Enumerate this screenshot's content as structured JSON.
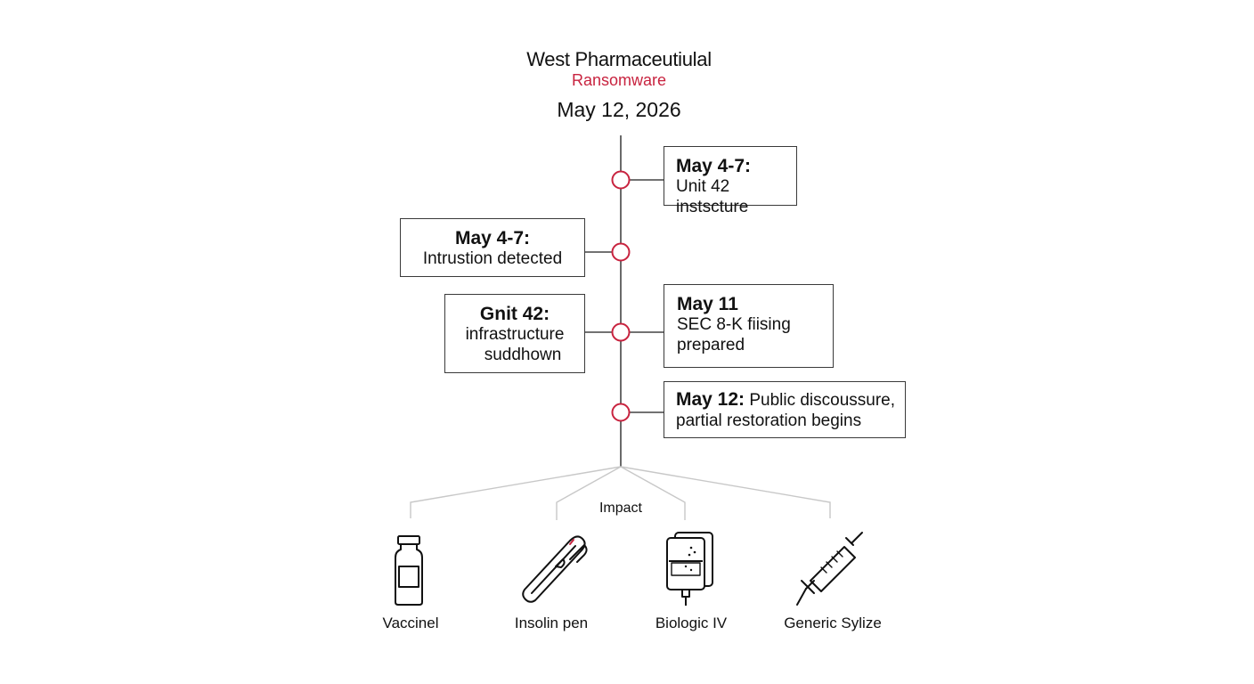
{
  "header": {
    "title": "West Pharmaceutiulal",
    "subtitle": "Ransomware",
    "date": "May 12, 2026"
  },
  "timeline": {
    "events": [
      {
        "date": "May 4-7:",
        "text": "Unit 42 instscture"
      },
      {
        "date": "May 4-7:",
        "text": "Intrustion detected"
      },
      {
        "date": "Gnit 42:",
        "text_line1": "infrastructure",
        "text_line2": "suddhown"
      },
      {
        "date": "May 11",
        "text_line1": "SEC 8-K fiising",
        "text_line2": "prepared"
      },
      {
        "date": "May 12:",
        "text_line1": "Public discoussure,",
        "text_line2": "partial restoration begins"
      }
    ]
  },
  "impact": {
    "label": "Impact",
    "products": [
      {
        "label": "Vaccinel",
        "icon": "vaccine-vial-icon"
      },
      {
        "label": "Insolin pen",
        "icon": "insulin-pen-icon"
      },
      {
        "label": "Biologic IV",
        "icon": "iv-bag-icon"
      },
      {
        "label": "Generic Sylize",
        "icon": "syringe-icon"
      }
    ]
  },
  "colors": {
    "accent": "#c8233f",
    "line": "#444444",
    "branch": "#c8c8c8"
  }
}
